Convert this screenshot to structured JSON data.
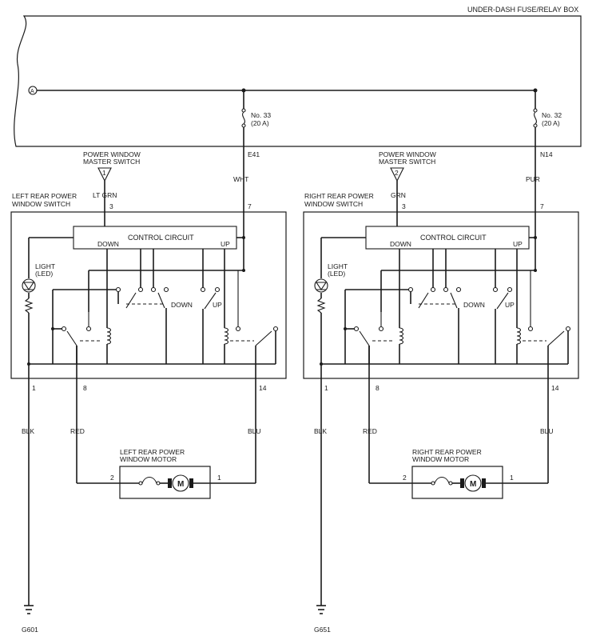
{
  "fuse_box": {
    "title": "UNDER-DASH FUSE/RELAY BOX",
    "bus_connector": "A",
    "fuse_left": {
      "number": "No. 33",
      "rating": "(20 A)",
      "terminal": "E41",
      "wire_color": "WHT"
    },
    "fuse_right": {
      "number": "No. 32",
      "rating": "(20 A)",
      "terminal": "N14",
      "wire_color": "PUR"
    }
  },
  "left": {
    "master_switch_line1": "POWER WINDOW",
    "master_switch_line2": "MASTER SWITCH",
    "master_switch_connector": "1",
    "master_wire_color": "LT GRN",
    "switch_title_line1": "LEFT REAR POWER",
    "switch_title_line2": "WINDOW SWITCH",
    "pin_master": "3",
    "pin_power": "7",
    "pin_ground": "1",
    "pin_motor_a": "8",
    "pin_motor_b": "14",
    "control_circuit": "CONTROL CIRCUIT",
    "down_label": "DOWN",
    "up_label": "UP",
    "down_switch": "DOWN",
    "up_switch": "UP",
    "light_line1": "LIGHT",
    "light_line2": "(LED)",
    "ground_wire": "BLK",
    "motor_wire_a": "RED",
    "motor_wire_b": "BLU",
    "motor_title_line1": "LEFT REAR POWER",
    "motor_title_line2": "WINDOW MOTOR",
    "motor_pin_a": "2",
    "motor_pin_b": "1",
    "motor_symbol": "M",
    "ground_point": "G601"
  },
  "right": {
    "master_switch_line1": "POWER WINDOW",
    "master_switch_line2": "MASTER SWITCH",
    "master_switch_connector": "2",
    "master_wire_color": "GRN",
    "switch_title_line1": "RIGHT REAR POWER",
    "switch_title_line2": "WINDOW SWITCH",
    "pin_master": "3",
    "pin_power": "7",
    "pin_ground": "1",
    "pin_motor_a": "8",
    "pin_motor_b": "14",
    "control_circuit": "CONTROL CIRCUIT",
    "down_label": "DOWN",
    "up_label": "UP",
    "down_switch": "DOWN",
    "up_switch": "UP",
    "light_line1": "LIGHT",
    "light_line2": "(LED)",
    "ground_wire": "BLK",
    "motor_wire_a": "RED",
    "motor_wire_b": "BLU",
    "motor_title_line1": "RIGHT REAR POWER",
    "motor_title_line2": "WINDOW MOTOR",
    "motor_pin_a": "2",
    "motor_pin_b": "1",
    "motor_symbol": "M",
    "ground_point": "G651"
  }
}
